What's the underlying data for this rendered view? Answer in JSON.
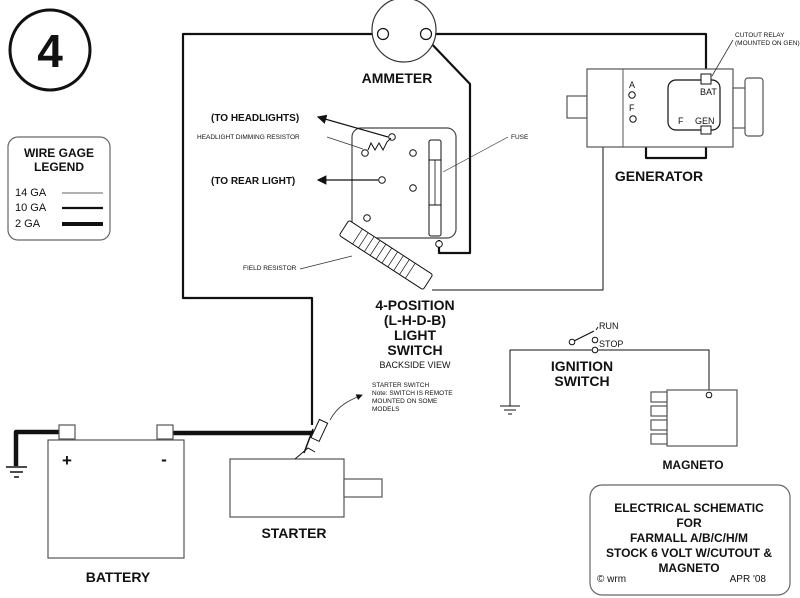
{
  "badge_number": "4",
  "ammeter": {
    "label": "AMMETER"
  },
  "cutout_relay": {
    "line1": "CUTOUT RELAY",
    "line2": "(MOUNTED ON GEN)"
  },
  "generator": {
    "label": "GENERATOR",
    "terminal_a": "A",
    "terminal_f": "F",
    "bat": "BAT",
    "relay_f": "F",
    "gen": "GEN"
  },
  "light_switch": {
    "to_headlights": "(TO HEADLIGHTS)",
    "to_rear_light": "(TO REAR LIGHT)",
    "dimming_resistor": "HEADLIGHT DIMMING RESISTOR",
    "fuse": "FUSE",
    "field_resistor": "FIELD RESISTOR",
    "title_lines": [
      "4-POSITION",
      "(L-H-D-B)",
      "LIGHT",
      "SWITCH"
    ],
    "view": "BACKSIDE VIEW"
  },
  "legend": {
    "title_lines": [
      "WIRE GAGE",
      "LEGEND"
    ],
    "items": [
      {
        "label": "14 GA",
        "weight": "thin"
      },
      {
        "label": "10 GA",
        "weight": "medium"
      },
      {
        "label": "2 GA",
        "weight": "heavy"
      }
    ]
  },
  "starter_switch": {
    "lines": [
      "STARTER SWITCH",
      "Note: SWITCH IS REMOTE",
      "MOUNTED ON SOME",
      "MODELS"
    ]
  },
  "ignition": {
    "run": "RUN",
    "stop": "STOP",
    "title_lines": [
      "IGNITION",
      "SWITCH"
    ]
  },
  "magneto": {
    "label": "MAGNETO"
  },
  "battery": {
    "label": "BATTERY",
    "plus": "+",
    "minus": "-"
  },
  "starter": {
    "label": "STARTER"
  },
  "title_block": {
    "lines": [
      "ELECTRICAL SCHEMATIC",
      "FOR",
      "FARMALL A/B/C/H/M",
      "STOCK 6 VOLT W/CUTOUT &",
      "MAGNETO"
    ],
    "author": "© wrm",
    "date": "APR '08"
  },
  "colors": {
    "ink": "#111111",
    "outline": "#555555",
    "background": "#ffffff"
  }
}
